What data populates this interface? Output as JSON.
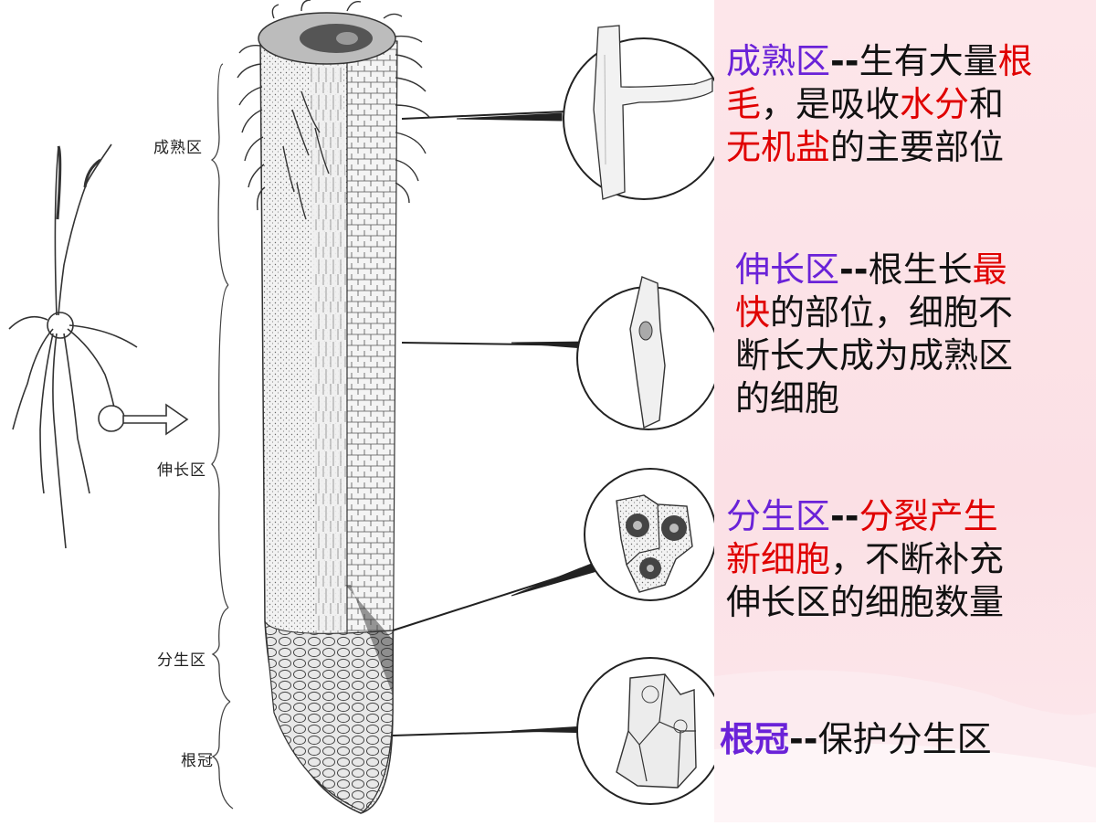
{
  "zone_labels": {
    "maturation": "成熟区",
    "elongation": "伸长区",
    "meristem": "分生区",
    "cap": "根冠"
  },
  "descriptions": {
    "maturation": {
      "zone": "成熟区",
      "sep": "--",
      "t1": "生有大量",
      "h1": "根",
      "h2": "毛",
      "t2": "，是吸收",
      "h3": "水分",
      "t3": "和",
      "h4": "无机盐",
      "t4": "的主要部位"
    },
    "elongation": {
      "zone": "伸长区",
      "sep": "--",
      "t1": "根生长",
      "h1": "最",
      "h2": "快",
      "t2": "的部位，细胞不",
      "t3": "断长大成为成熟区",
      "t4": "的细胞"
    },
    "meristem": {
      "zone": "分生区",
      "sep": "--",
      "h1": "分裂产生",
      "h2": "新细胞",
      "t1": "，不断补充",
      "t2": "伸长区的细胞数量"
    },
    "cap": {
      "zone": "根冠",
      "sep": "--",
      "t1": "保护分生区"
    }
  },
  "colors": {
    "zone_title": "#6a22d8",
    "highlight": "#e00000",
    "body_text": "#111111",
    "panel_bg": "#fde6ea"
  }
}
